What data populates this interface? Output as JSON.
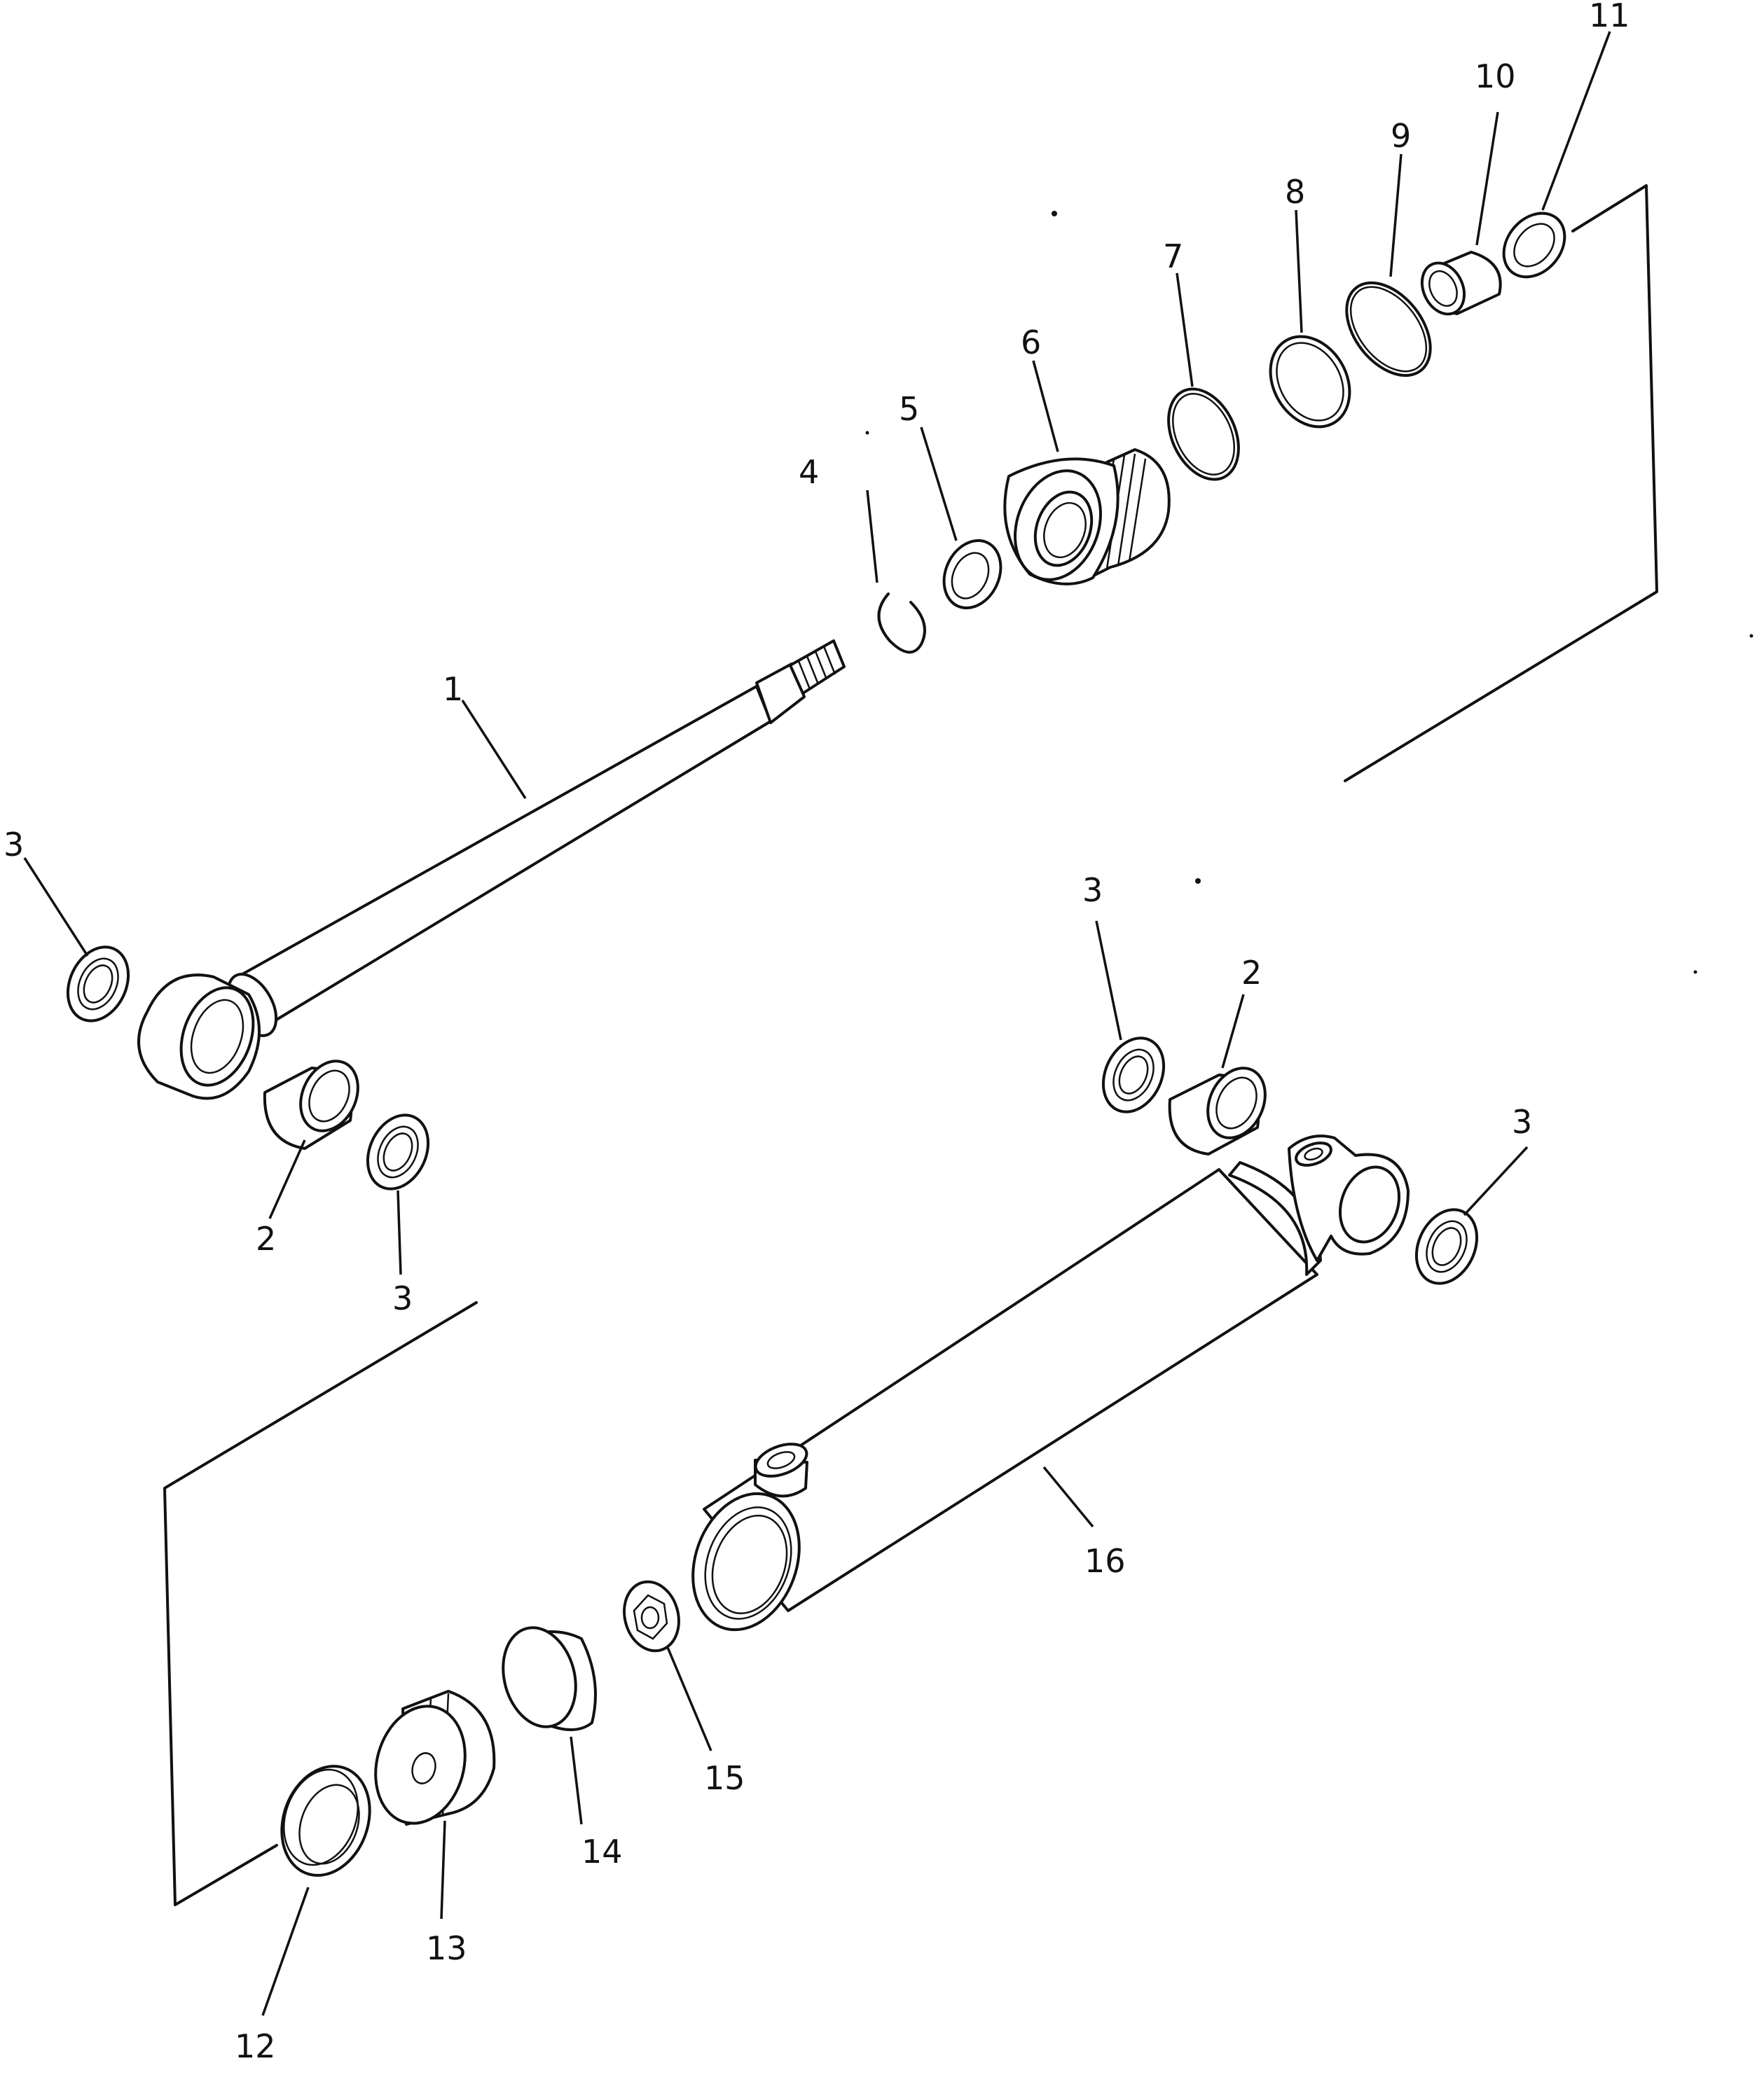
{
  "labels": {
    "l1": "1",
    "l2a": "2",
    "l2b": "2",
    "l3a": "3",
    "l3b": "3",
    "l3c": "3",
    "l3d": "3",
    "l4": "4",
    "l5": "5",
    "l6": "6",
    "l7": "7",
    "l8": "8",
    "l9": "9",
    "l10": "10",
    "l11": "11",
    "l12": "12",
    "l13": "13",
    "l14": "14",
    "l15": "15",
    "l16": "16"
  }
}
